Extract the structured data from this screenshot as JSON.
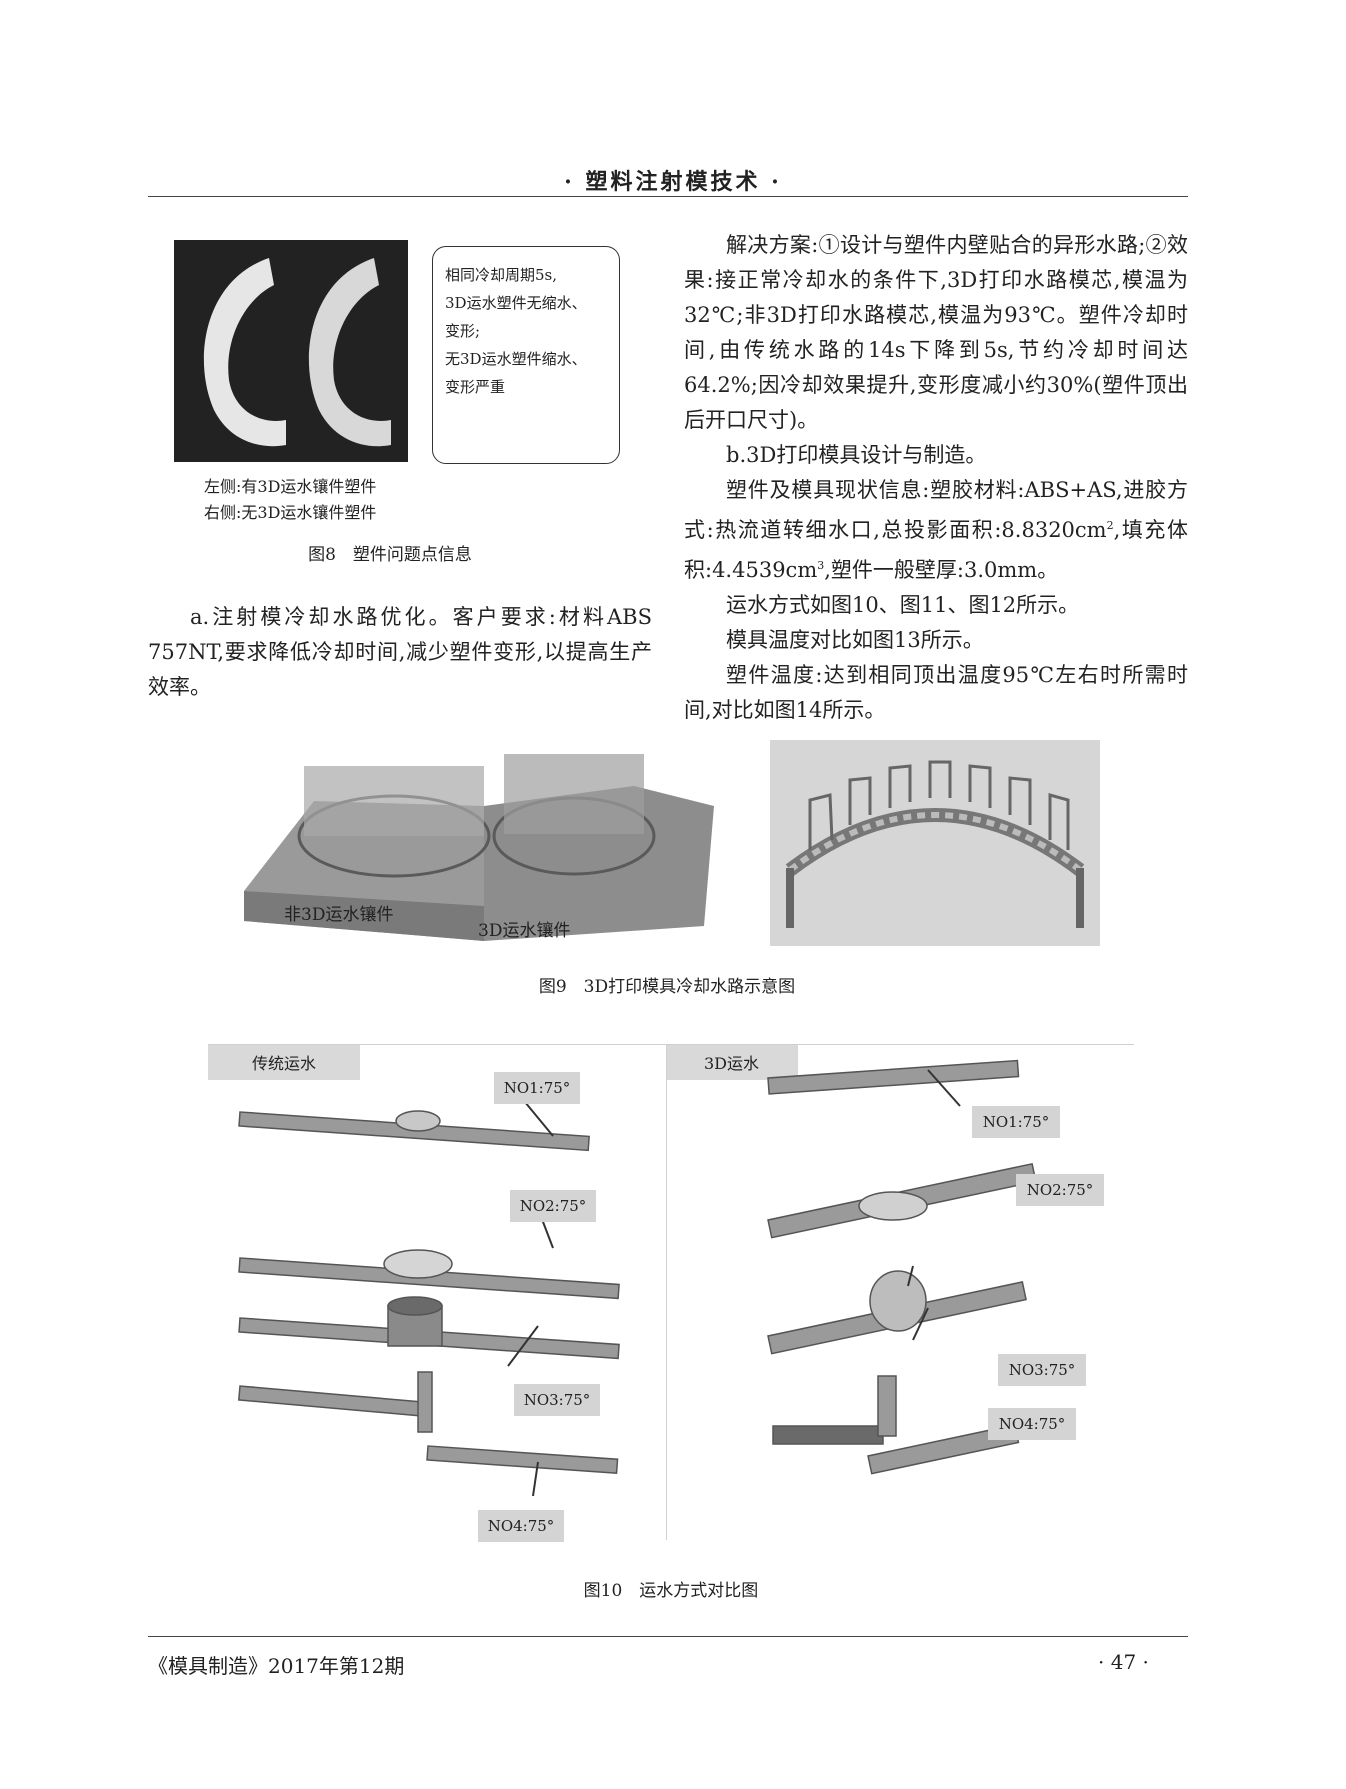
{
  "header": {
    "title": "· 塑料注射模技术 ·"
  },
  "figure8": {
    "note_lines": [
      "相同冷却周期5s,",
      "3D运水塑件无缩水、",
      "变形;",
      "无3D运水塑件缩水、",
      "变形严重"
    ],
    "photo_caption_left": "左侧:有3D运水镶件塑件",
    "photo_caption_right": "右侧:无3D运水镶件塑件",
    "caption": "图8　塑件问题点信息"
  },
  "left_text": {
    "p1": "a.注射模冷却水路优化。客户要求:材料ABS 757NT,要求降低冷却时间,减少塑件变形,以提高生产效率。"
  },
  "right_text": {
    "p1": "解决方案:①设计与塑件内壁贴合的异形水路;②效果:接正常冷却水的条件下,3D打印水路模芯,模温为32℃;非3D打印水路模芯,模温为93℃。塑件冷却时间,由传统水路的14s下降到5s,节约冷却时间达64.2%;因冷却效果提升,变形度减小约30%(塑件顶出后开口尺寸)。",
    "p2": "b.3D打印模具设计与制造。",
    "p3a": "塑件及模具现状信息:塑胶材料:ABS+AS,进胶方式:热流道转细水口,总投影面积:8.8320cm",
    "p3sup1": "2",
    "p3b": ",填充体积:4.4539cm",
    "p3sup2": "3",
    "p3c": ",塑件一般壁厚:3.0mm。",
    "p4": "运水方式如图10、图11、图12所示。",
    "p5": "模具温度对比如图13所示。",
    "p6": "塑件温度:达到相同顶出温度95℃左右时所需时间,对比如图14所示。"
  },
  "figure9": {
    "label_non3d": "非3D运水镶件",
    "label_3d": "3D运水镶件",
    "caption": "图9　3D打印模具冷却水路示意图"
  },
  "figure10": {
    "left_tag": "传统运水",
    "right_tag": "3D运水",
    "left_labels": [
      "NO1:75°",
      "NO2:75°",
      "NO3:75°",
      "NO4:75°"
    ],
    "right_labels": [
      "NO1:75°",
      "NO2:75°",
      "NO3:75°",
      "NO4:75°"
    ],
    "caption": "图10　运水方式对比图"
  },
  "footer": {
    "journal": "《模具制造》2017年第12期",
    "page": "· 47 ·"
  }
}
